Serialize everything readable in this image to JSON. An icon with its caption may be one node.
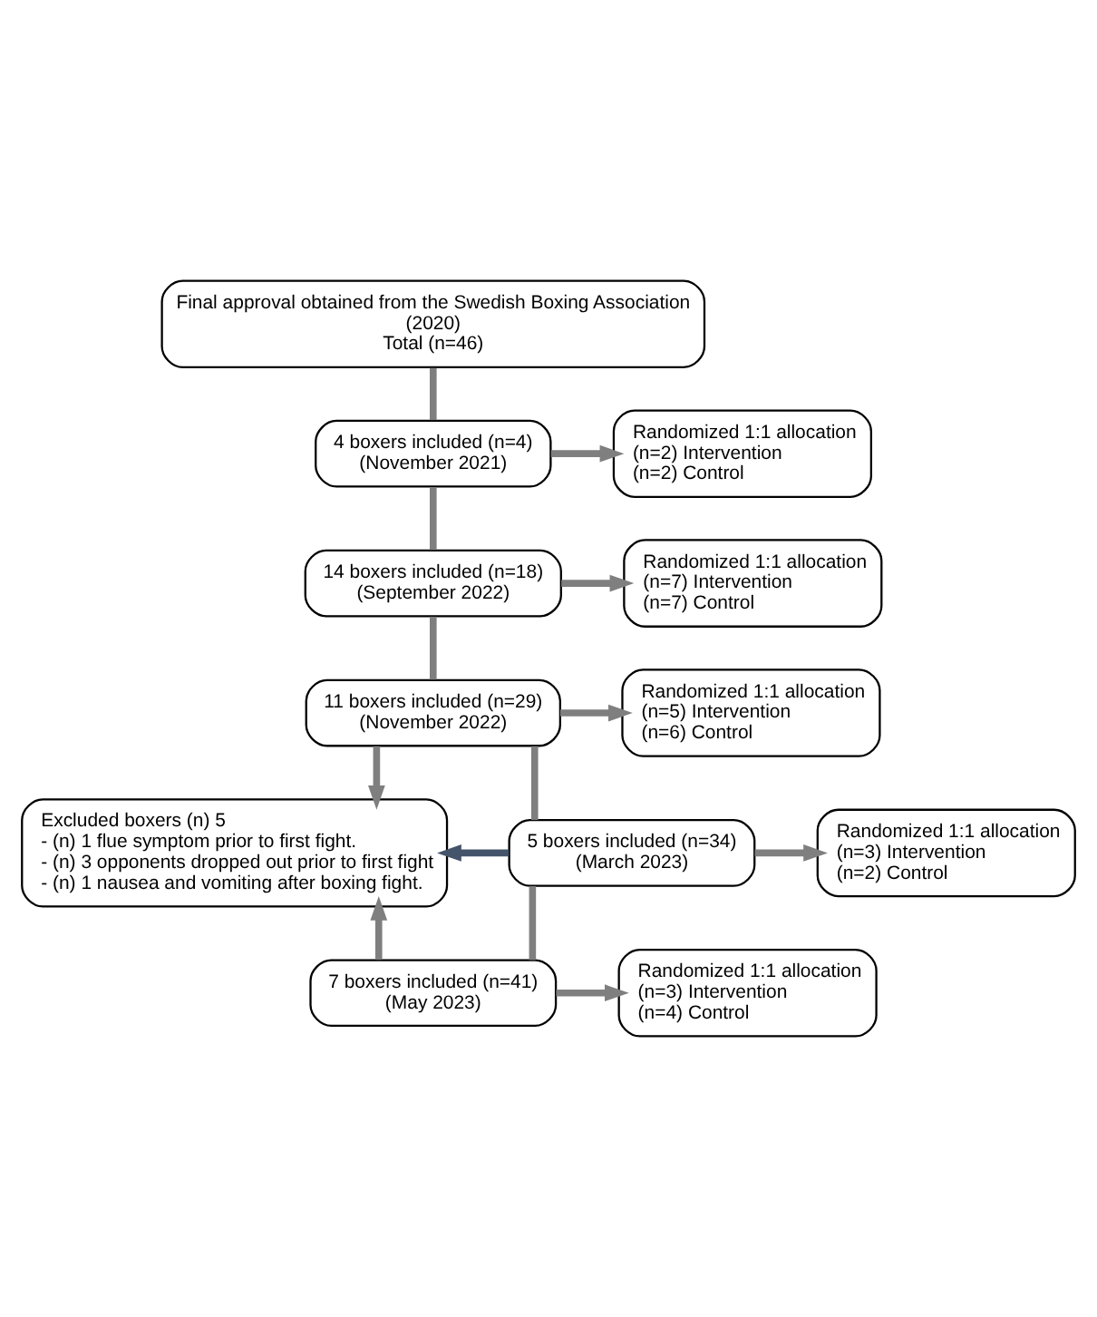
{
  "diagram": {
    "nodes": [
      {
        "text": [
          "Final approval obtained from the Swedish Boxing Association",
          "(2020)",
          "Total (n=46)"
        ]
      },
      {
        "text": [
          "Randomized 1:1 allocation",
          "(n=2) Intervention",
          "(n=2) Control"
        ]
      },
      {
        "text": [
          "4 boxers included (n=4)",
          "(November 2021)"
        ]
      },
      {
        "text": [
          "Randomized 1:1 allocation",
          "(n=7) Intervention",
          "(n=7) Control"
        ]
      },
      {
        "text": [
          "14 boxers included (n=18)",
          "(September 2022)"
        ]
      },
      {
        "text": [
          "Randomized 1:1 allocation",
          "(n=5) Intervention",
          "(n=6) Control"
        ]
      },
      {
        "text": [
          "11 boxers included (n=29)",
          "(November 2022)"
        ]
      },
      {
        "text": [
          "Excluded boxers (n) 5",
          "- (n) 1 flue symptom prior to first fight.",
          "- (n) 3 opponents dropped out prior to first fight",
          "- (n) 1 nausea and vomiting after boxing fight."
        ]
      },
      {
        "text": [
          "Randomized 1:1 allocation",
          "(n=3) Intervention",
          "(n=2) Control"
        ]
      },
      {
        "text": [
          "5 boxers included (n=34)",
          "(March 2023)"
        ]
      },
      {
        "text": [
          "Randomized 1:1 allocation",
          "(n=3) Intervention",
          "(n=4) Control"
        ]
      },
      {
        "text": [
          "7 boxers included (n=41)",
          "(May 2023)"
        ]
      }
    ],
    "edges": [
      {
        "from": 0,
        "to": 2,
        "arrow": "none"
      },
      {
        "from": 2,
        "to": 1,
        "arrow": "to"
      },
      {
        "from": 2,
        "to": 4,
        "arrow": "none"
      },
      {
        "from": 4,
        "to": 3,
        "arrow": "to"
      },
      {
        "from": 4,
        "to": 6,
        "arrow": "none"
      },
      {
        "from": 6,
        "to": 5,
        "arrow": "to"
      },
      {
        "from": 6,
        "to": 7,
        "arrow": "to"
      },
      {
        "from": 6,
        "to": 9,
        "arrow": "none"
      },
      {
        "from": 9,
        "to": 8,
        "arrow": "to"
      },
      {
        "from": 9,
        "to": 7,
        "arrow": "to",
        "color": "#44546a"
      },
      {
        "from": 9,
        "to": 11,
        "arrow": "none"
      },
      {
        "from": 11,
        "to": 10,
        "arrow": "to"
      },
      {
        "from": 11,
        "to": 7,
        "arrow": "to"
      }
    ]
  }
}
